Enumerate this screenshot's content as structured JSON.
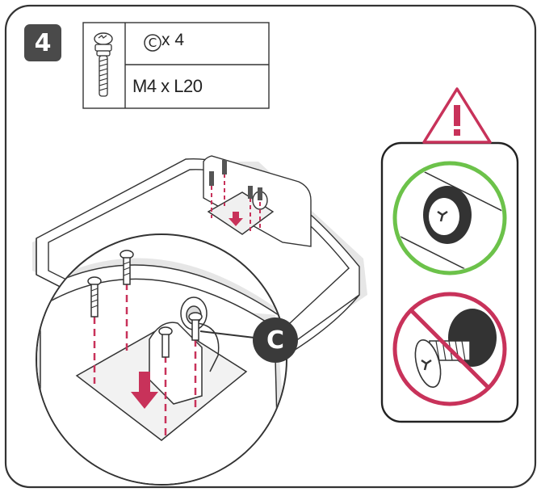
{
  "step": {
    "number": "4"
  },
  "parts": {
    "part_letter": "C",
    "quantity_label": "x 4",
    "screw_spec": "M4 x L20"
  },
  "callout": {
    "letter": "C"
  },
  "colors": {
    "frame": "#333333",
    "step_badge": "#4a4a4a",
    "correct": "#6cc24a",
    "wrong": "#c8325a",
    "warning": "#c8325a",
    "screw_dash": "#c8325a"
  },
  "icons": {
    "warning": "warning-triangle-icon",
    "correct": "correct-screw-icon",
    "wrong": "wrong-screw-icon"
  }
}
